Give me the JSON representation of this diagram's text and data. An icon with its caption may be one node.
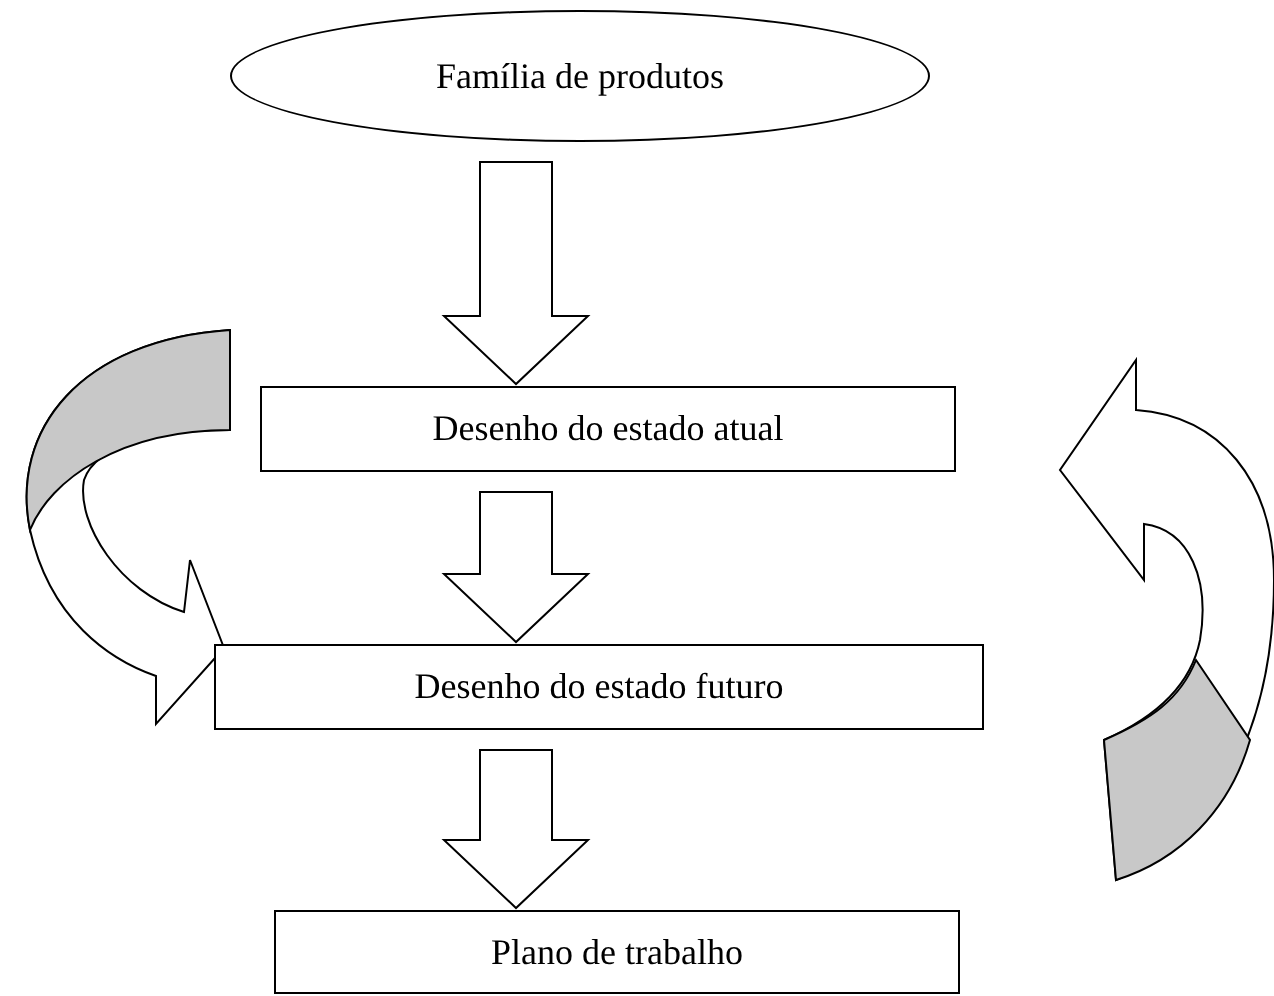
{
  "diagram": {
    "nodes": [
      {
        "text": [
          "Família de produtos"
        ]
      },
      {
        "text": [
          "Desenho do estado atual"
        ]
      },
      {
        "text": [
          "Desenho do estado futuro"
        ]
      },
      {
        "text": [
          "Plano de trabalho"
        ]
      }
    ],
    "edges": [
      {
        "from": 0,
        "to": 1,
        "arrow": "to"
      },
      {
        "from": 1,
        "to": 2,
        "arrow": "to"
      },
      {
        "from": 2,
        "to": 3,
        "arrow": "to"
      },
      {
        "from": 1,
        "to": 2,
        "arrow": "to"
      },
      {
        "from": 2,
        "to": 1,
        "arrow": "to"
      }
    ]
  }
}
